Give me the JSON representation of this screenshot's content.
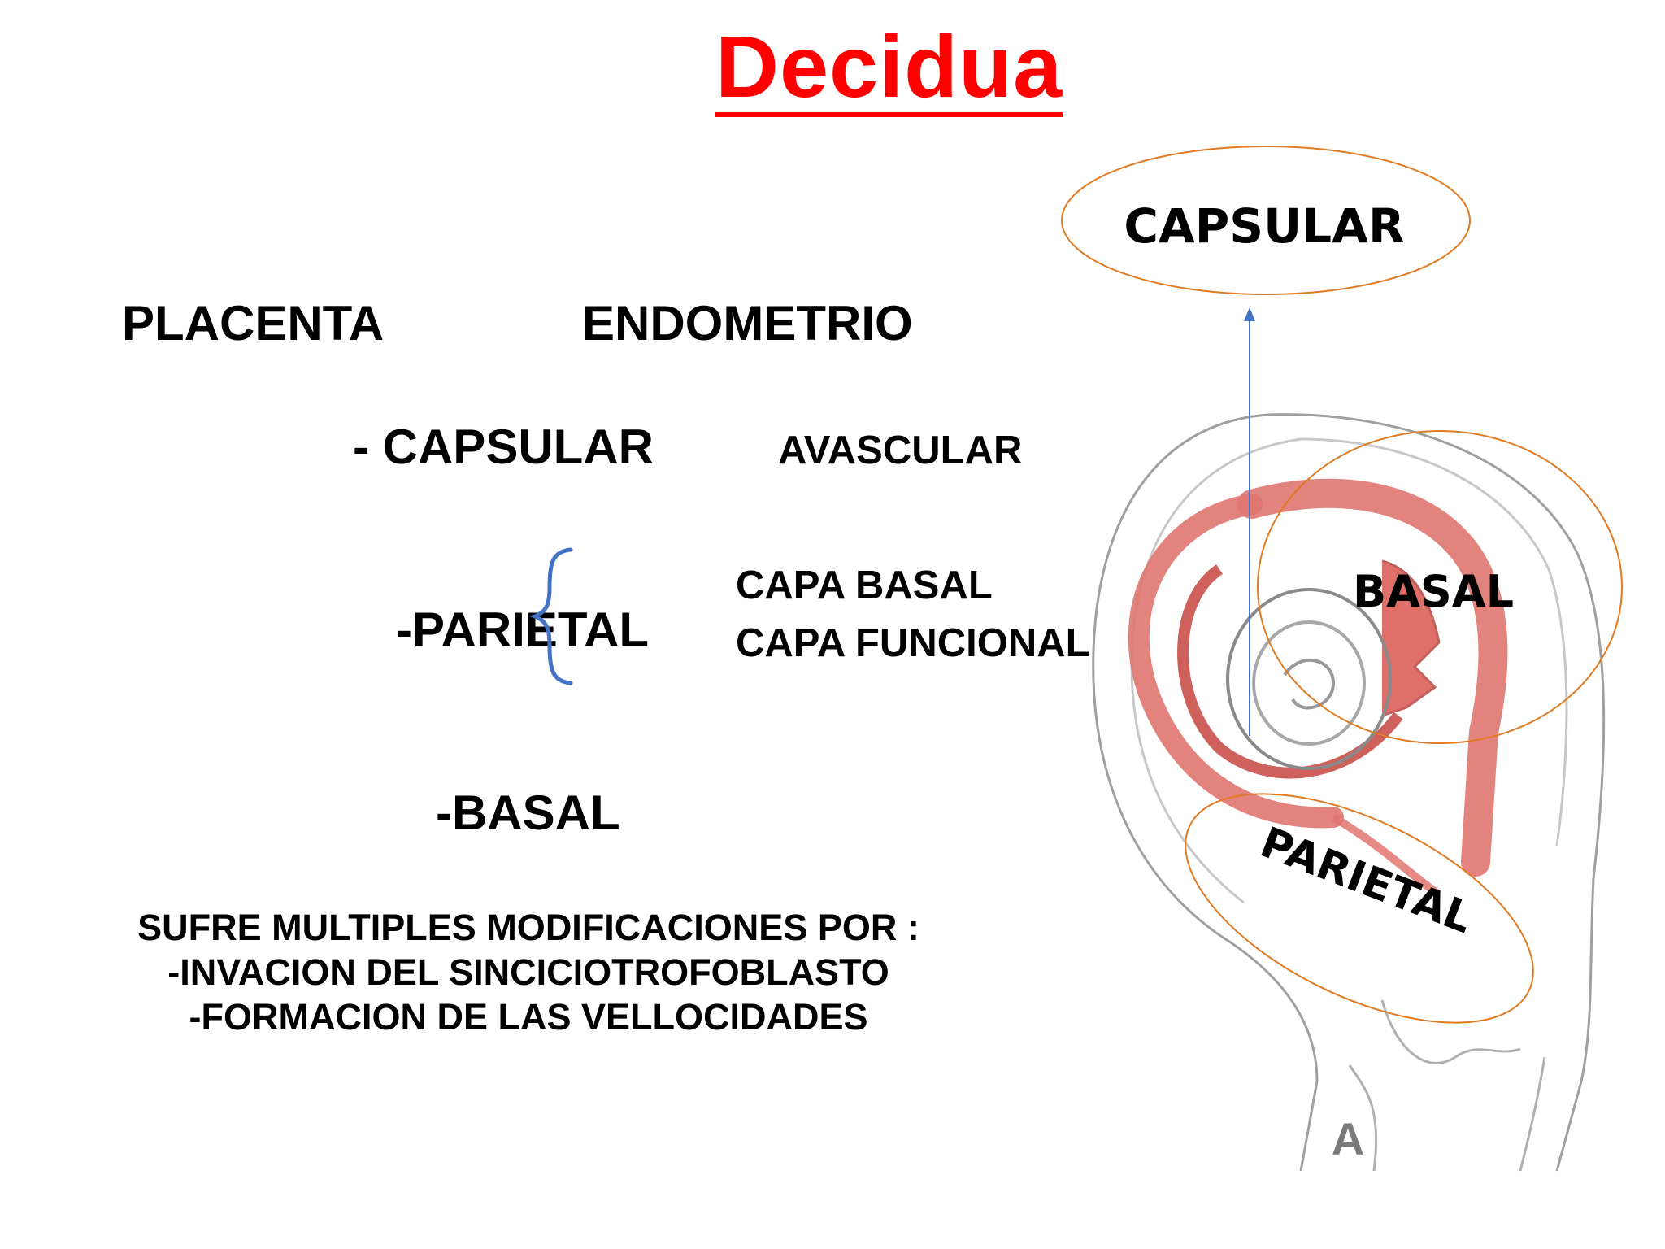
{
  "slide": {
    "title": "Decidua",
    "title_color": "#ff0000"
  },
  "left_panel": {
    "headers": {
      "placenta": "PLACENTA",
      "endometrio": "ENDOMETRIO"
    },
    "capsular": {
      "label": "- CAPSULAR",
      "note": "AVASCULAR"
    },
    "parietal": {
      "label": "-PARIETAL",
      "brace_color": "#4472c4",
      "layers": [
        "CAPA BASAL",
        "CAPA FUNCIONAL"
      ]
    },
    "basal": {
      "label": "-BASAL"
    },
    "notes": [
      "SUFRE MULTIPLES MODIFICACIONES POR :",
      "-INVACION DEL SINCICIOTROFOBLASTO",
      "-FORMACION DE LAS VELLOCIDADES"
    ]
  },
  "diagram": {
    "callouts": {
      "capsular": "CAPSULAR",
      "basal": "BASAL",
      "parietal": "PARIETAL"
    },
    "figure_letter": "A",
    "colors": {
      "ellipse": "#e07b24",
      "arrow": "#4472c4",
      "decidua": "#e0766f",
      "outline": "#9a9a9a"
    }
  }
}
